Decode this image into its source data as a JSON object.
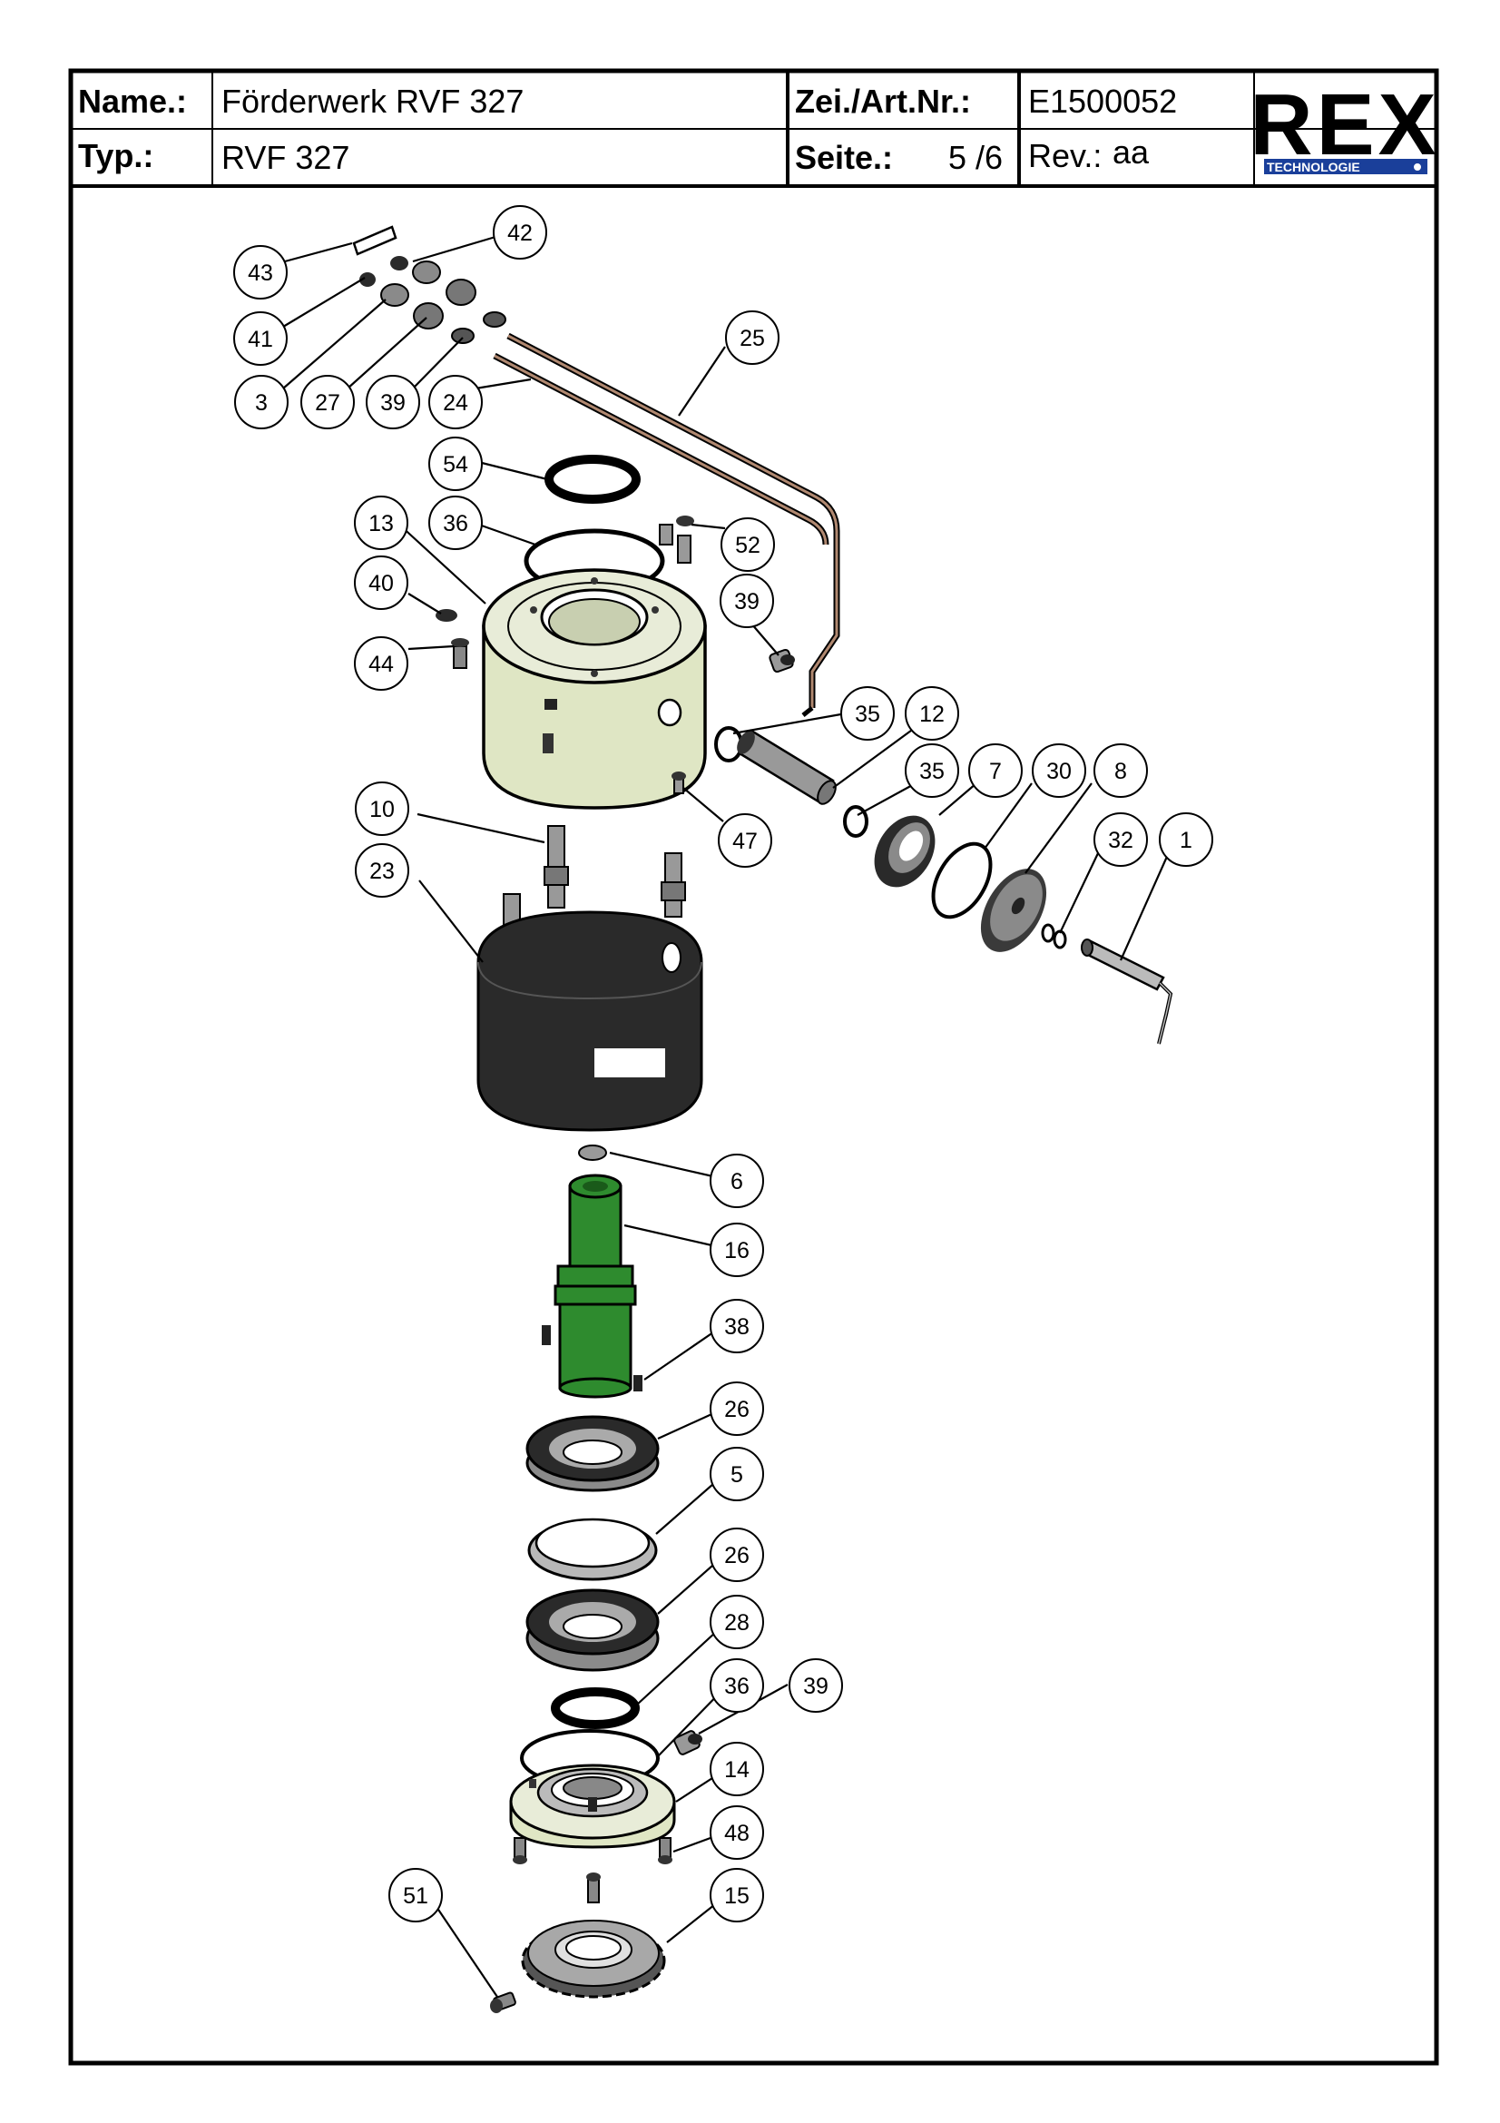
{
  "header": {
    "name_label": "Name.:",
    "name_value": "Förderwerk RVF 327",
    "type_label": "Typ.:",
    "type_value": "RVF 327",
    "art_label": "Zei./Art.Nr.:",
    "art_value": "E1500052",
    "page_label": "Seite.:",
    "page_value": "5 /6",
    "rev_label": "Rev.:",
    "rev_value": "aa",
    "logo_text": "REX",
    "logo_sub": "TECHNOLOGIE"
  },
  "colors": {
    "housing": "#dfe6c4",
    "shaft_green": "#2e8b2e",
    "dark_part": "#2a2a2a",
    "mid_grey": "#8a8a8a",
    "logo_blue": "#1a3f9a",
    "pipe": "#b08870"
  },
  "callouts": {
    "c43": "43",
    "c42": "42",
    "c41": "41",
    "c3": "3",
    "c27": "27",
    "c39a": "39",
    "c24": "24",
    "c25": "25",
    "c54": "54",
    "c13": "13",
    "c36a": "36",
    "c52": "52",
    "c40": "40",
    "c39b": "39",
    "c44": "44",
    "c35a": "35",
    "c12": "12",
    "c35b": "35",
    "c7": "7",
    "c30": "30",
    "c8": "8",
    "c32": "32",
    "c1": "1",
    "c47": "47",
    "c10": "10",
    "c23": "23",
    "c6": "6",
    "c16": "16",
    "c38": "38",
    "c26a": "26",
    "c5": "5",
    "c26b": "26",
    "c28": "28",
    "c36b": "36",
    "c39c": "39",
    "c14": "14",
    "c48": "48",
    "c51": "51",
    "c15": "15"
  }
}
